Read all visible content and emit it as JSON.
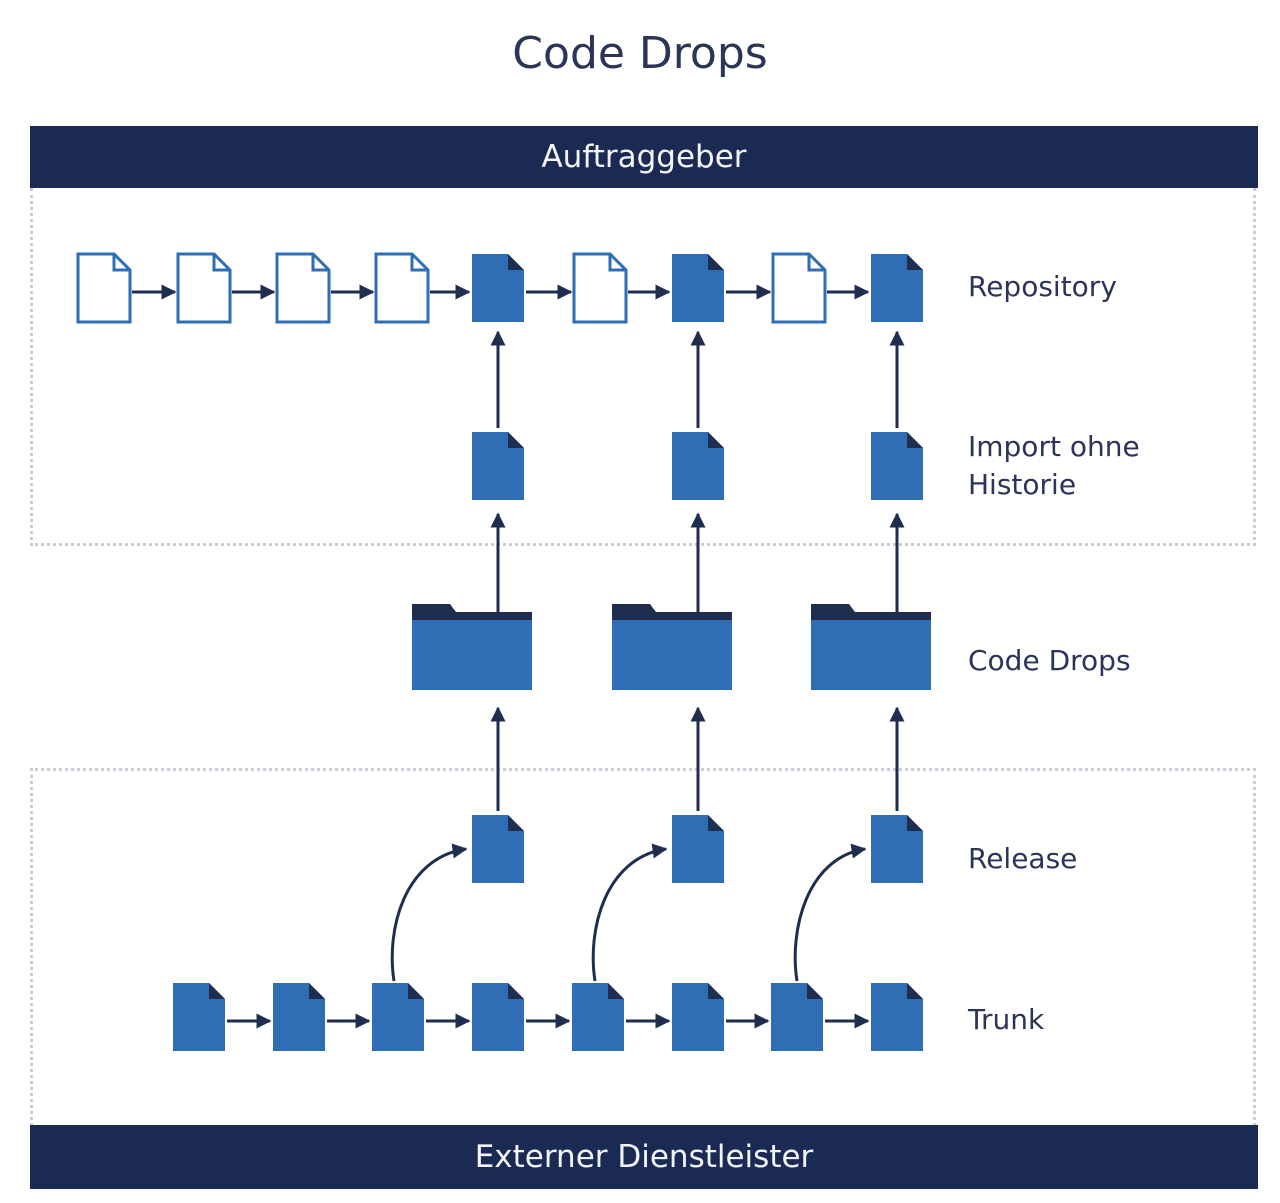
{
  "title": "Code Drops",
  "bands": {
    "top": "Auftraggeber",
    "bottom": "Externer Dienstleister"
  },
  "row_labels": {
    "repository": "Repository",
    "import_line1": "Import ohne",
    "import_line2": "Historie",
    "code_drops": "Code Drops",
    "release": "Release",
    "trunk": "Trunk"
  },
  "colors": {
    "navy": "#1a2a52",
    "blue": "#2f6db5",
    "arrow": "#1f2d4f",
    "text": "#2a3558"
  },
  "diagram": {
    "repository_commits": [
      "outline",
      "outline",
      "outline",
      "outline",
      "filled",
      "outline",
      "filled",
      "outline",
      "filled"
    ],
    "trunk_commit_count": 8,
    "code_drop_count": 3
  }
}
